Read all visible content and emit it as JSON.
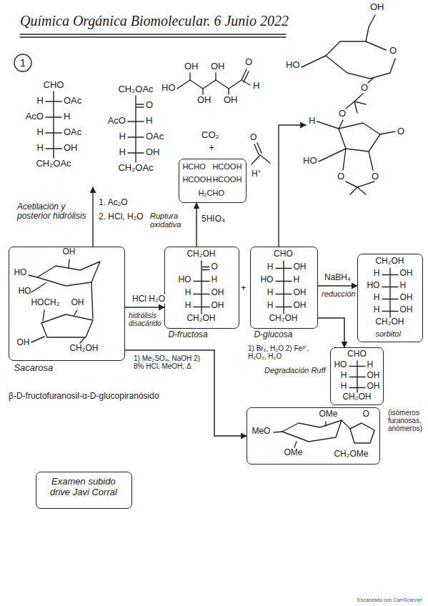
{
  "diagram": {
    "title": "Química Orgánica Biomolecular. 6 Junio 2022",
    "nodes": [
      {
        "text": [
          "HCHO",
          "HCOOH",
          "HCOOH",
          "HCOOH",
          "H₂CHO"
        ]
      },
      {
        "text": [
          "OH",
          "HO",
          "HO",
          "HOCH₂",
          "OH",
          "OH",
          "CH₂OH",
          "Sacarosa"
        ]
      },
      {
        "text": [
          "CH₂OH",
          "O",
          "HO",
          "H",
          "H",
          "OH",
          "H",
          "OH",
          "CH₂OH",
          "D-fructosa"
        ]
      },
      {
        "text": [
          "CHO",
          "H",
          "OH",
          "HO",
          "H",
          "H",
          "OH",
          "H",
          "OH",
          "CH₂OH",
          "D-glucosa"
        ]
      },
      {
        "text": [
          "CH₂OH",
          "H",
          "OH",
          "HO",
          "H",
          "H",
          "OH",
          "H",
          "OH",
          "CH₂OH",
          "sorbitol"
        ]
      },
      {
        "text": [
          "CHO",
          "HO",
          "H",
          "H",
          "OH",
          "H",
          "OH",
          "CH₂OH"
        ]
      },
      {
        "text": [
          "OMe",
          "MeO",
          "O",
          "OMe",
          "CH₂OMe"
        ]
      },
      {
        "text": [
          "Examen subido drive Javi Corral"
        ]
      }
    ],
    "edges": [
      {
        "from": 1,
        "to": 2,
        "arrow": "to",
        "label": "HCl H₂O"
      },
      {
        "from": 2,
        "to": 0,
        "arrow": "to",
        "label": "5HIO₄"
      },
      {
        "from": 3,
        "to": 4,
        "arrow": "to",
        "label": "NaBH₄"
      },
      {
        "from": 3,
        "to": 5,
        "arrow": "to",
        "label": "1) Br₂, H₂O 2) Fe³⁺, H₂O₂, H₂O"
      },
      {
        "from": 1,
        "to": 6,
        "arrow": "to",
        "label": "1) Me₂SO₄, NaOH 2) 8% HCl, MeOH, Δ"
      }
    ],
    "labels": [
      "1",
      "CHO",
      "H",
      "OAc",
      "AcO",
      "H",
      "H",
      "OAc",
      "H",
      "OH",
      "CH₂OAc",
      "CH₂OAc",
      "O",
      "AcO",
      "H",
      "H",
      "OAc",
      "H",
      "OH",
      "CH₂OAc",
      "HO",
      "OH",
      "OH",
      "OH",
      "OH",
      "O",
      "H",
      "CO₂",
      "+",
      "OH",
      "HO",
      "O",
      "O",
      "O",
      "H",
      "O",
      "HO",
      "O",
      "O",
      "O",
      "H⁺",
      "Acetilación y posterior hidrólisis",
      "1. Ac₂O",
      "2. HCl, H₂O",
      "Ruptura oxidativa",
      "hidrólisis disacárido",
      "+",
      "reducción",
      "Degradación Ruff",
      "β-D-fructofuranosil-α-D-glucopiranósido",
      "(isómeros furanosas, anómeros)",
      "Escaneado con CamScanner"
    ]
  }
}
